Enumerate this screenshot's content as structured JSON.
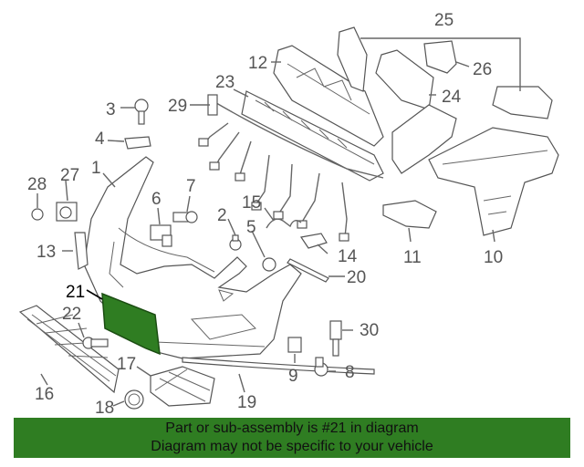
{
  "diagram": {
    "callouts": [
      "1",
      "2",
      "3",
      "4",
      "5",
      "6",
      "7",
      "8",
      "9",
      "10",
      "11",
      "12",
      "13",
      "14",
      "15",
      "16",
      "17",
      "18",
      "19",
      "20",
      "21",
      "22",
      "23",
      "24",
      "25",
      "26",
      "27",
      "28",
      "29",
      "30"
    ],
    "highlighted_part": "21",
    "highlight_color": "#2f7d22"
  },
  "banner": {
    "line1": "Part or sub-assembly is #21 in diagram",
    "line2": "Diagram may not be specific to your vehicle",
    "background": "#2f7d22"
  }
}
